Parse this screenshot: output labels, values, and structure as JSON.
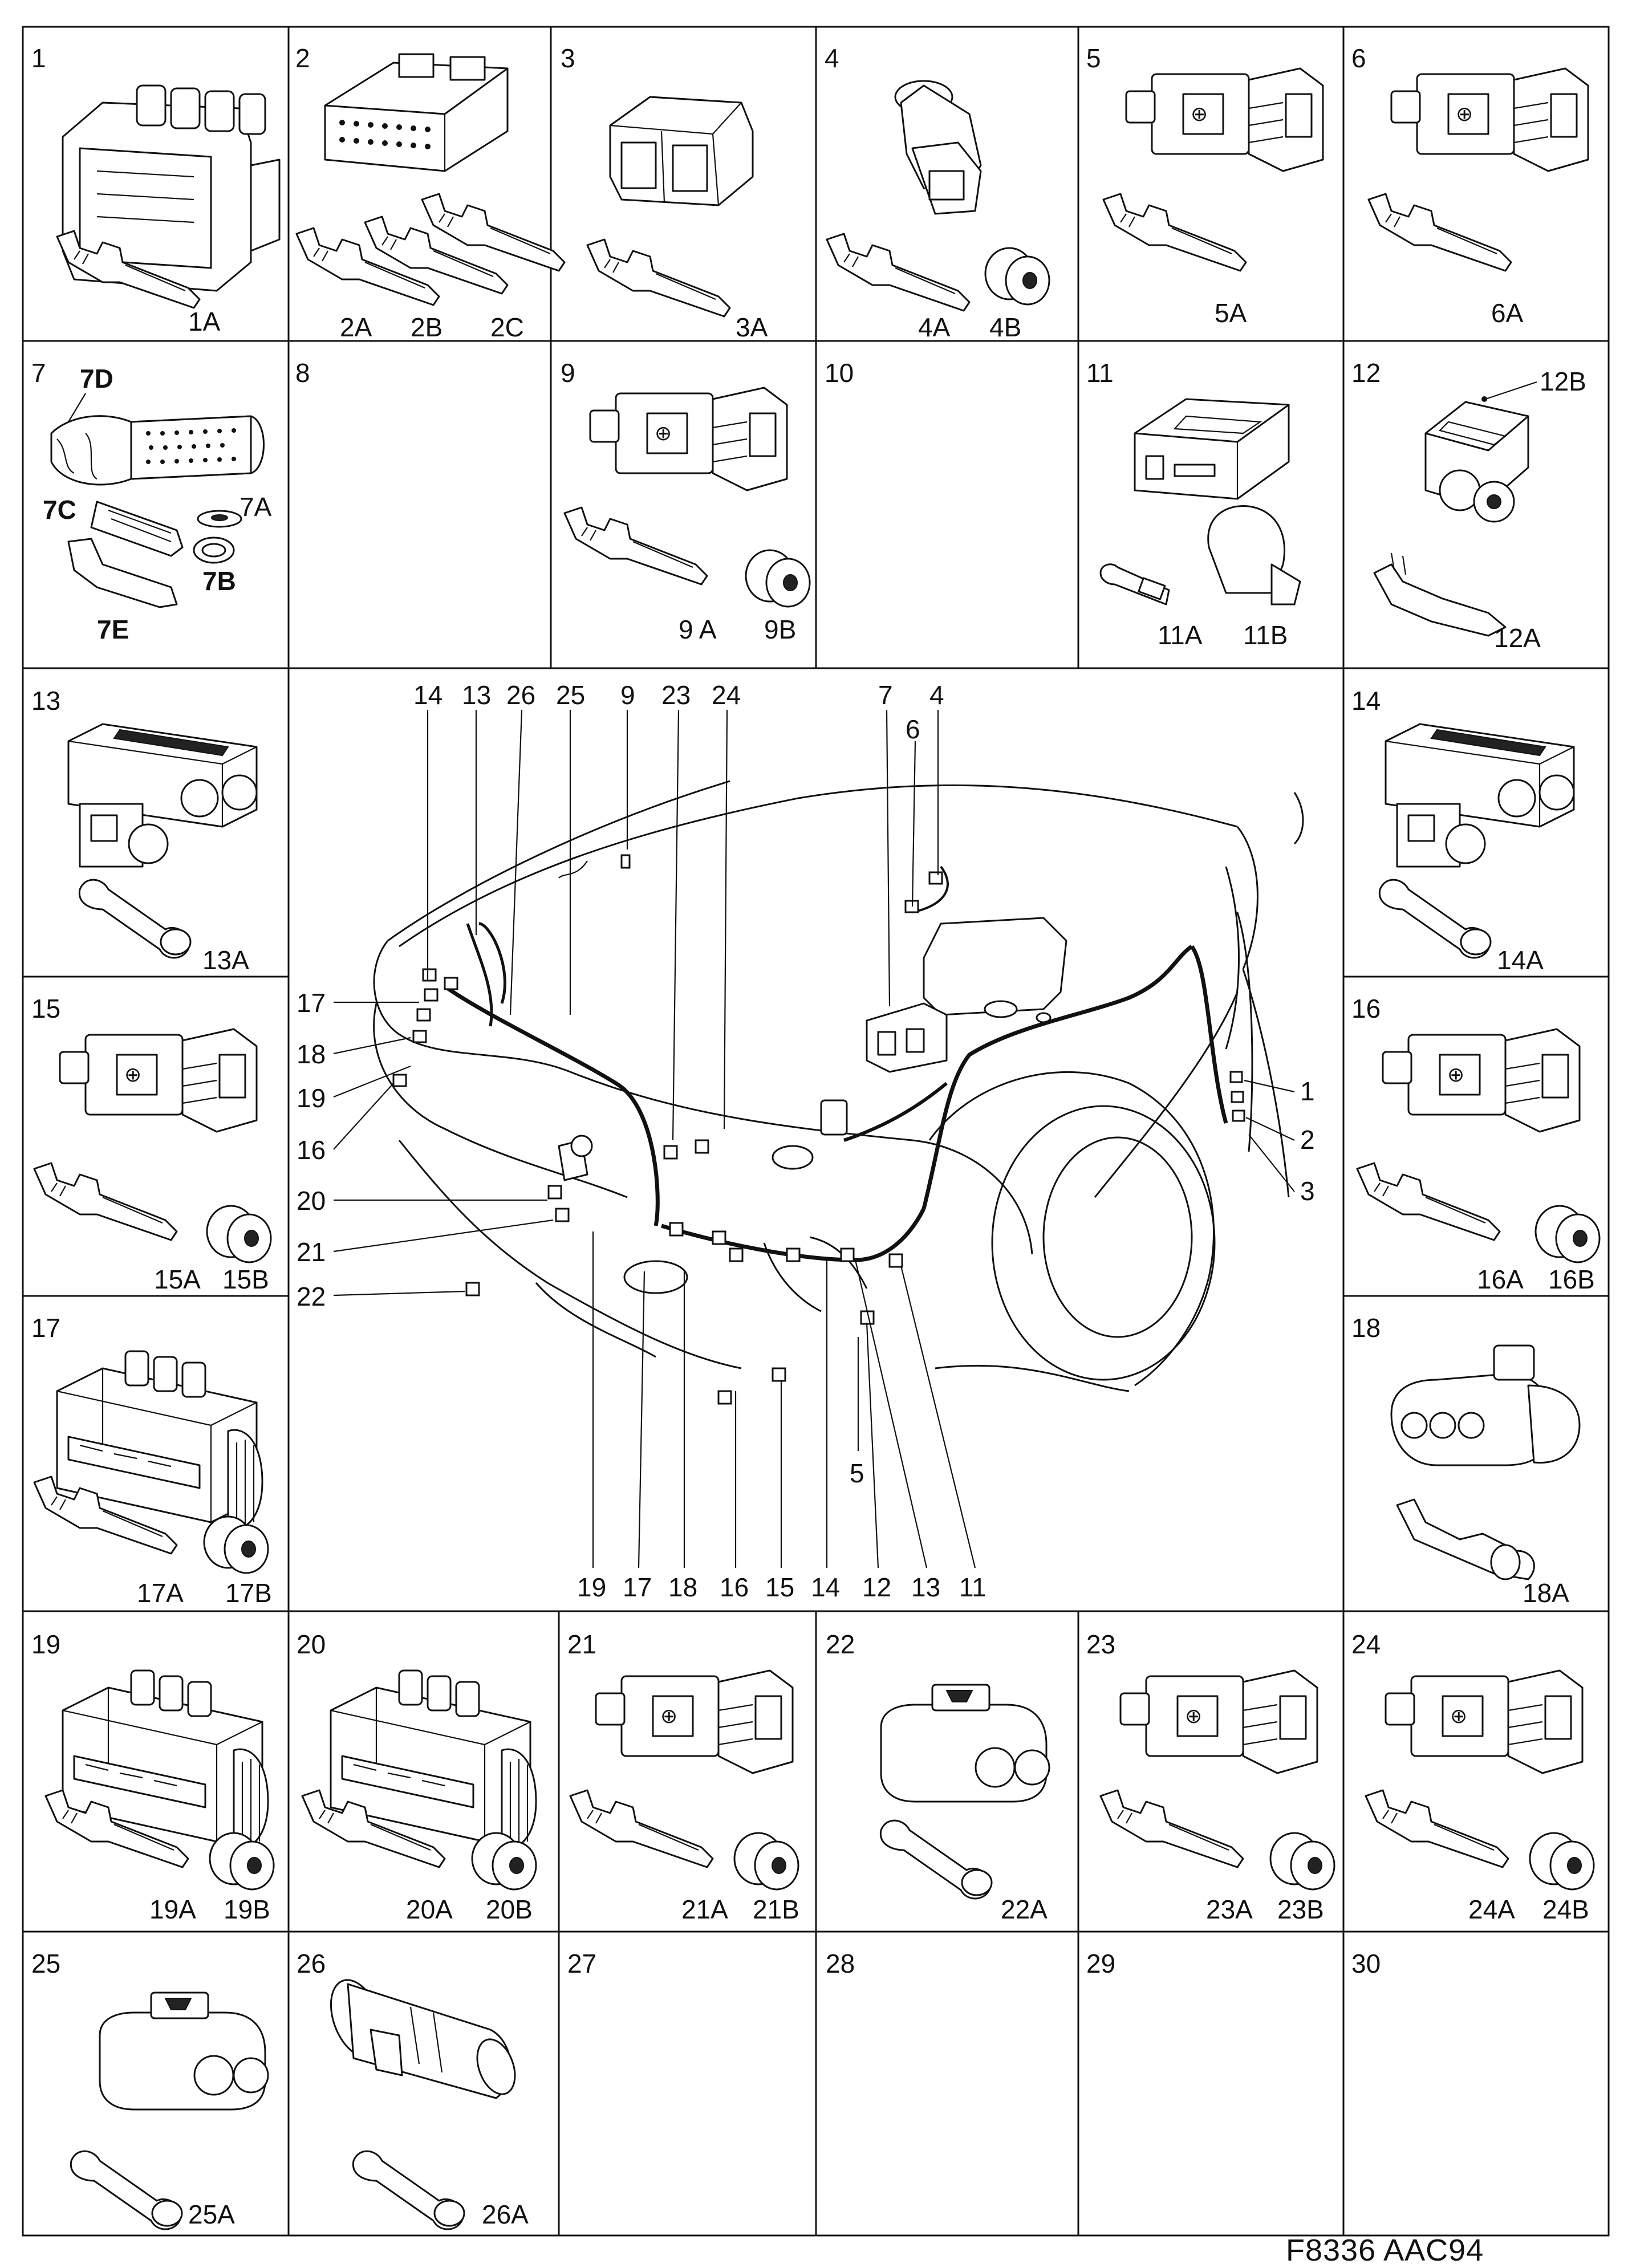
{
  "title": "",
  "drawing_code": "F8336  AAC94",
  "cells": {
    "c1": {
      "num": "1",
      "parts": [
        "1A"
      ]
    },
    "c2": {
      "num": "2",
      "parts": [
        "2A",
        "2B",
        "2C"
      ]
    },
    "c3": {
      "num": "3",
      "parts": [
        "3A"
      ]
    },
    "c4": {
      "num": "4",
      "parts": [
        "4A",
        "4B"
      ]
    },
    "c5": {
      "num": "5",
      "parts": [
        "5A"
      ]
    },
    "c6": {
      "num": "6",
      "parts": [
        "6A"
      ]
    },
    "c7": {
      "num": "7",
      "parts": [
        "7D",
        "7A",
        "7C",
        "7B",
        "7E"
      ]
    },
    "c8": {
      "num": "8",
      "parts": []
    },
    "c9": {
      "num": "9",
      "parts": [
        "9 A",
        "9B"
      ]
    },
    "c10": {
      "num": "10",
      "parts": []
    },
    "c11": {
      "num": "11",
      "parts": [
        "11A",
        "11B"
      ]
    },
    "c12": {
      "num": "12",
      "parts": [
        "12B",
        "12A"
      ]
    },
    "c13": {
      "num": "13",
      "parts": [
        "13A"
      ]
    },
    "c14": {
      "num": "14",
      "parts": [
        "14A"
      ]
    },
    "c15": {
      "num": "15",
      "parts": [
        "15A",
        "15B"
      ]
    },
    "c16": {
      "num": "16",
      "parts": [
        "16A",
        "16B"
      ]
    },
    "c17": {
      "num": "17",
      "parts": [
        "17A",
        "17B"
      ]
    },
    "c18": {
      "num": "18",
      "parts": [
        "18A"
      ]
    },
    "c19": {
      "num": "19",
      "parts": [
        "19A",
        "19B"
      ]
    },
    "c20": {
      "num": "20",
      "parts": [
        "20A",
        "20B"
      ]
    },
    "c21": {
      "num": "21",
      "parts": [
        "21A",
        "21B"
      ]
    },
    "c22": {
      "num": "22",
      "parts": [
        "22A"
      ]
    },
    "c23": {
      "num": "23",
      "parts": [
        "23A",
        "23B"
      ]
    },
    "c24": {
      "num": "24",
      "parts": [
        "24A",
        "24B"
      ]
    },
    "c25": {
      "num": "25",
      "parts": [
        "25A"
      ]
    },
    "c26": {
      "num": "26",
      "parts": [
        "26A"
      ]
    },
    "c27": {
      "num": "27",
      "parts": []
    },
    "c28": {
      "num": "28",
      "parts": []
    },
    "c29": {
      "num": "29",
      "parts": []
    },
    "c30": {
      "num": "30",
      "parts": []
    }
  },
  "engine_bay": {
    "top_callouts": [
      "14",
      "13",
      "26",
      "25",
      "9",
      "23",
      "24",
      "7",
      "6",
      "4"
    ],
    "left_callouts": [
      "17",
      "18",
      "19",
      "16",
      "20",
      "21",
      "22"
    ],
    "right_callouts": [
      "1",
      "2",
      "3"
    ],
    "bottom_callouts": [
      "19",
      "17",
      "18",
      "16",
      "15",
      "14",
      "12",
      "13",
      "11"
    ],
    "inner_callout": "5"
  }
}
